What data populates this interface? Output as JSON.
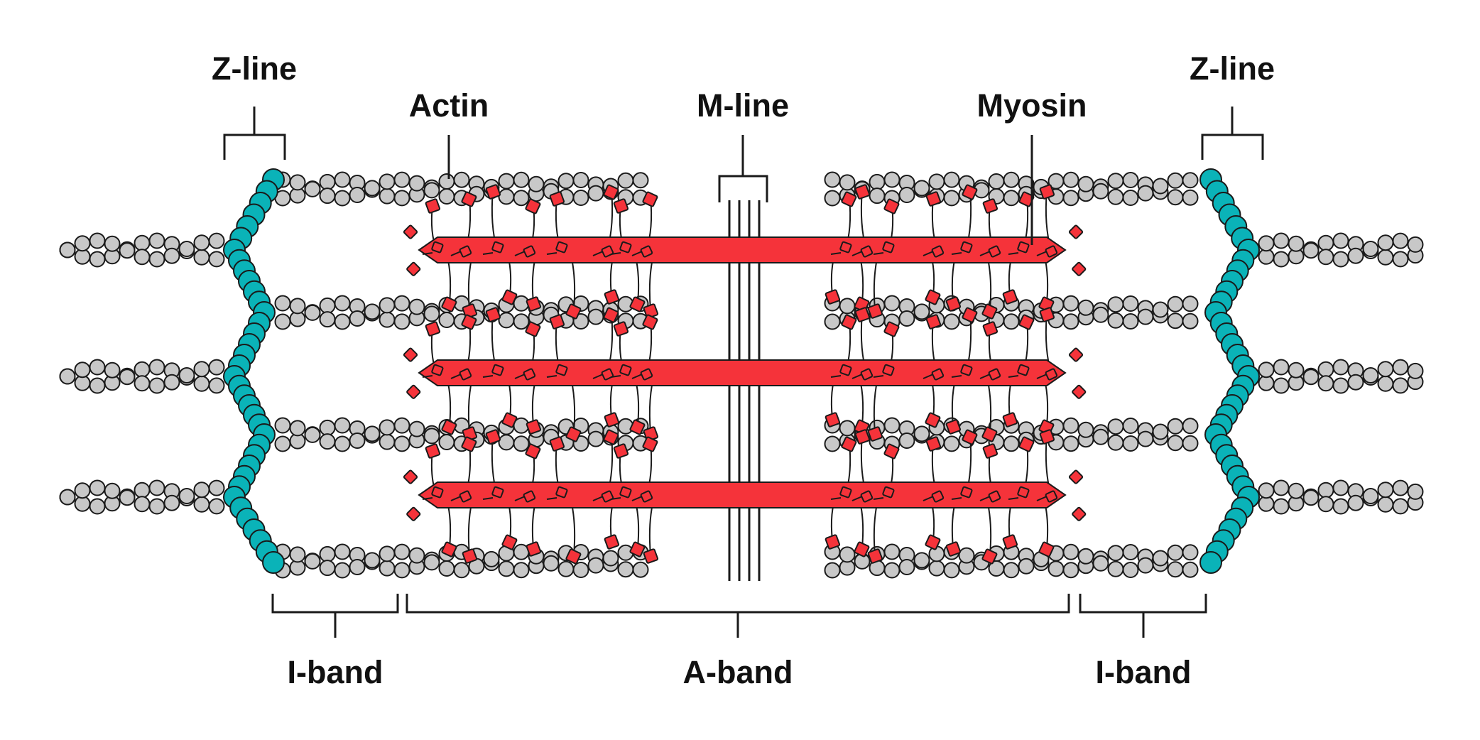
{
  "labels": {
    "z_line_left": "Z-line",
    "z_line_right": "Z-line",
    "actin": "Actin",
    "m_line": "M-line",
    "myosin": "Myosin",
    "i_band_left": "I-band",
    "a_band": "A-band",
    "i_band_right": "I-band"
  },
  "colors": {
    "actin": "#c8c8c8",
    "z_line": "#0ab3b8",
    "myosin": "#f5333a",
    "outline": "#1a1a1a",
    "text": "#111111"
  }
}
